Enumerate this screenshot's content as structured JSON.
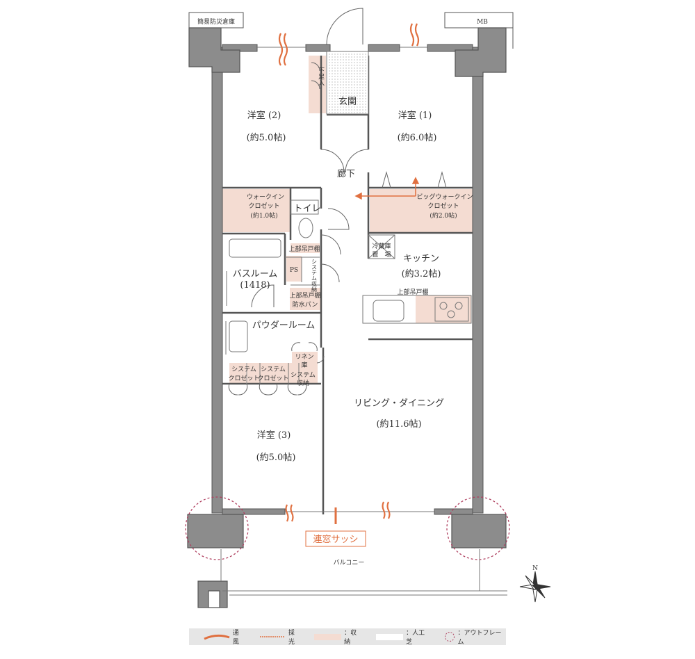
{
  "rooms": {
    "western2_name": "洋室 (2)",
    "western2_size": "(約5.0帖)",
    "western1_name": "洋室 (1)",
    "western1_size": "(約6.0帖)",
    "western3_name": "洋室 (3)",
    "western3_size": "(約5.0帖)",
    "entrance": "玄関",
    "shoe_box": "下足入",
    "hallway": "廊下",
    "wic_line1": "ウォークイン",
    "wic_line2": "クロゼット",
    "wic_size": "(約1.0帖)",
    "big_wic_line1": "ビッグウォークイン",
    "big_wic_line2": "クロゼット",
    "big_wic_size": "(約2.0帖)",
    "toilet": "トイレ",
    "upper_cabinet": "上部吊戸棚",
    "ps": "PS",
    "system_storage_v": "システム収納",
    "fridge_line1": "冷蔵庫",
    "fridge_line2": "置　場",
    "kitchen_name": "キッチン",
    "kitchen_size": "(約3.2帖)",
    "kitchen_upper_cabinet": "上部吊戸棚",
    "bathroom_name": "バスルーム",
    "bathroom_size": "(1418)",
    "upper_cabinet_2": "上部吊戸棚",
    "waterproof_pan": "防水パン",
    "powder_room": "パウダールーム",
    "linen_line1": "リネン",
    "linen_line2": "庫",
    "sys_closet_a1": "システム",
    "sys_closet_a2": "クロゼット",
    "sys_closet_b1": "システム",
    "sys_closet_b2": "クロゼット",
    "sys_storage_c1": "システム",
    "sys_storage_c2": "収納",
    "living_name": "リビング・ダイニング",
    "living_size": "(約11.6帖)",
    "balcony": "バルコニー",
    "disaster_storage": "簡易防災倉庫",
    "mb": "MB",
    "sash_label": "連窓サッシ",
    "north": "N"
  },
  "legend": {
    "ventilation": "通風",
    "daylight": "採光",
    "storage": "：収納",
    "artificial_turf": "：人工芝",
    "outframe": "：アウトフレーム"
  },
  "colors": {
    "wall": "#8c8c8c",
    "wall_dark": "#555555",
    "storage_fill": "#f4dcd2",
    "accent": "#e07040",
    "outframe": "#b04060"
  }
}
